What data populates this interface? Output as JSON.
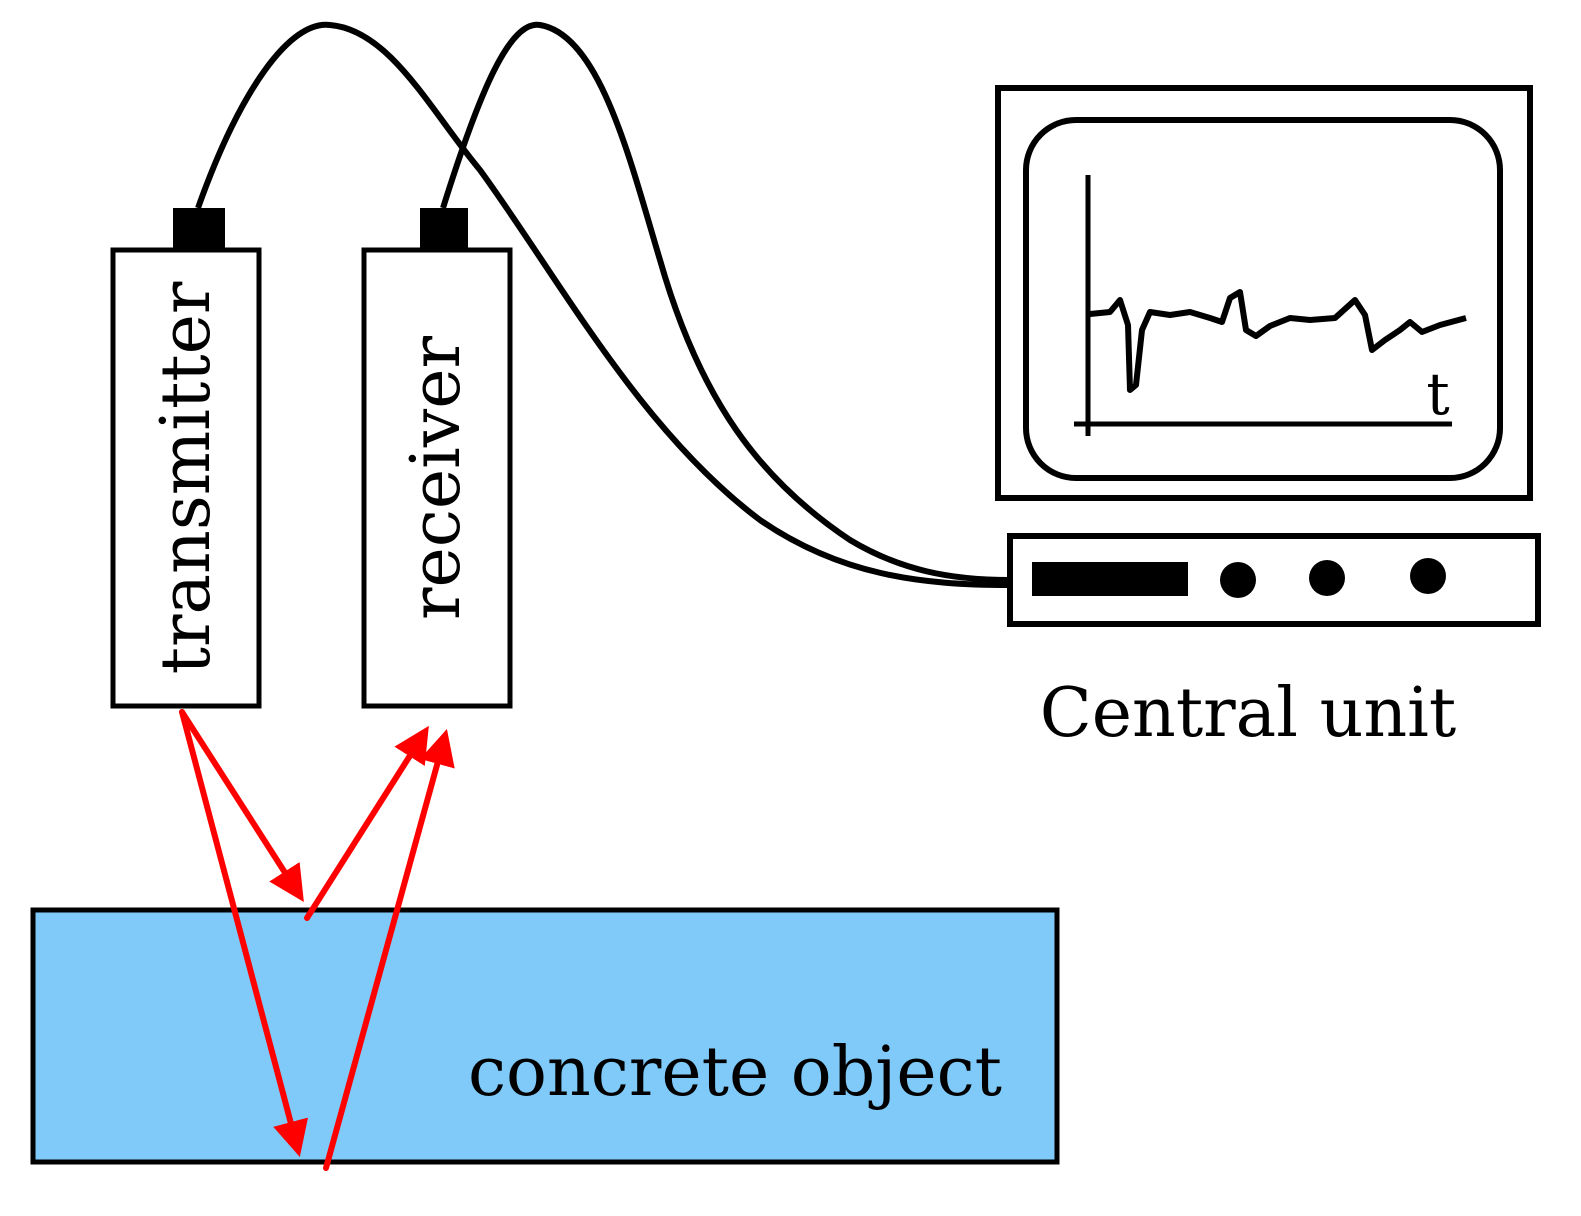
{
  "labels": {
    "transmitter": "transmitter",
    "receiver": "receiver",
    "central_unit": "Central unit",
    "concrete_object": "concrete object",
    "time_axis": "t"
  },
  "colors": {
    "concrete_fill": "#7fcaf9",
    "wave_rays": "#ff0000",
    "outline": "#000000",
    "background": "#ffffff"
  }
}
